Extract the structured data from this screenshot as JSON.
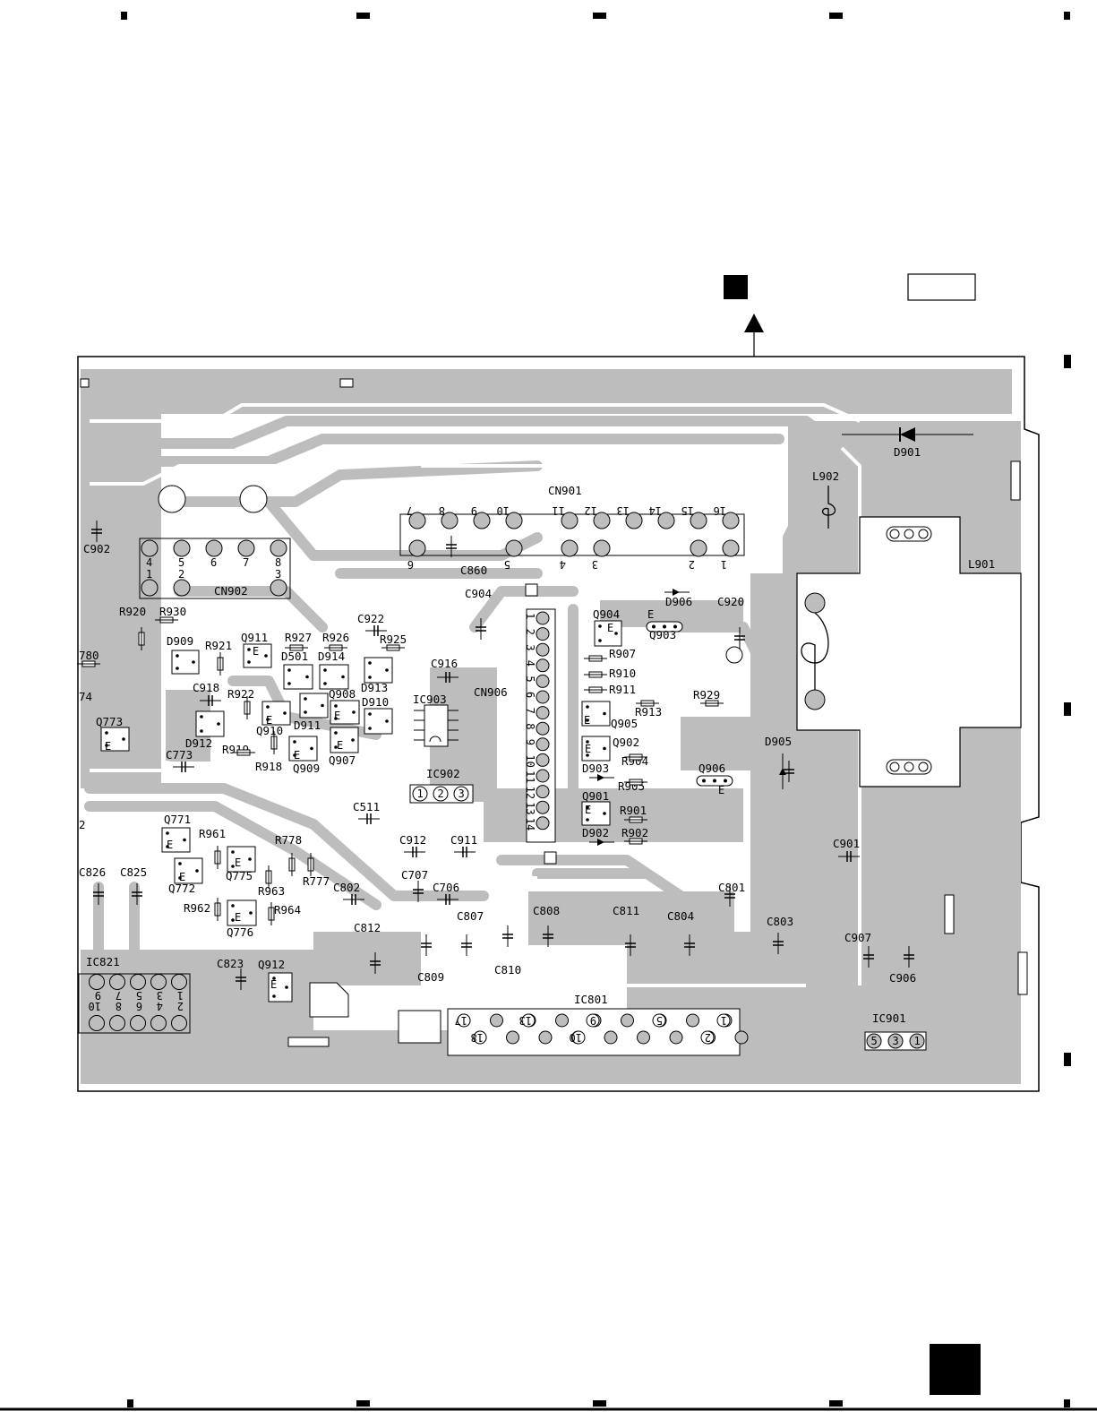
{
  "board": {
    "components": [
      {
        "ref": "D901"
      },
      {
        "ref": "L902"
      },
      {
        "ref": "L901"
      },
      {
        "ref": "CN901"
      },
      {
        "ref": "C902"
      },
      {
        "ref": "CN902"
      },
      {
        "ref": "C860"
      },
      {
        "ref": "C904"
      },
      {
        "ref": "D906"
      },
      {
        "ref": "C920"
      },
      {
        "ref": "Q904"
      },
      {
        "ref": "Q903"
      },
      {
        "ref": "R907"
      },
      {
        "ref": "R910"
      },
      {
        "ref": "R911"
      },
      {
        "ref": "R913"
      },
      {
        "ref": "R929"
      },
      {
        "ref": "Q905"
      },
      {
        "ref": "Q902"
      },
      {
        "ref": "R904"
      },
      {
        "ref": "D903"
      },
      {
        "ref": "R905"
      },
      {
        "ref": "Q901"
      },
      {
        "ref": "R901"
      },
      {
        "ref": "D902"
      },
      {
        "ref": "R902"
      },
      {
        "ref": "D905"
      },
      {
        "ref": "Q906"
      },
      {
        "ref": "C901"
      },
      {
        "ref": "R920"
      },
      {
        "ref": "R930"
      },
      {
        "ref": "C922"
      },
      {
        "ref": "D909"
      },
      {
        "ref": "R921"
      },
      {
        "ref": "Q911"
      },
      {
        "ref": "R927"
      },
      {
        "ref": "R926"
      },
      {
        "ref": "R925"
      },
      {
        "ref": "D501"
      },
      {
        "ref": "D914"
      },
      {
        "ref": "D913"
      },
      {
        "ref": "C916"
      },
      {
        "ref": "C918"
      },
      {
        "ref": "R922"
      },
      {
        "ref": "Q908"
      },
      {
        "ref": "D910"
      },
      {
        "ref": "IC903"
      },
      {
        "ref": "CN906"
      },
      {
        "ref": "D912"
      },
      {
        "ref": "Q910"
      },
      {
        "ref": "D911"
      },
      {
        "ref": "Q773"
      },
      {
        "ref": "R919"
      },
      {
        "ref": "Q907"
      },
      {
        "ref": "C773"
      },
      {
        "ref": "R918"
      },
      {
        "ref": "Q909"
      },
      {
        "ref": "IC902"
      },
      {
        "ref": "C511"
      },
      {
        "ref": "Q771"
      },
      {
        "ref": "R961"
      },
      {
        "ref": "R778"
      },
      {
        "ref": "C912"
      },
      {
        "ref": "C911"
      },
      {
        "ref": "C826"
      },
      {
        "ref": "C825"
      },
      {
        "ref": "Q775"
      },
      {
        "ref": "R777"
      },
      {
        "ref": "C707"
      },
      {
        "ref": "Q772"
      },
      {
        "ref": "R963"
      },
      {
        "ref": "C802"
      },
      {
        "ref": "C706"
      },
      {
        "ref": "C801"
      },
      {
        "ref": "R962"
      },
      {
        "ref": "R964"
      },
      {
        "ref": "C807"
      },
      {
        "ref": "C808"
      },
      {
        "ref": "C811"
      },
      {
        "ref": "C804"
      },
      {
        "ref": "C803"
      },
      {
        "ref": "Q776"
      },
      {
        "ref": "C812"
      },
      {
        "ref": "C907"
      },
      {
        "ref": "IC821"
      },
      {
        "ref": "C823"
      },
      {
        "ref": "Q912"
      },
      {
        "ref": "C809"
      },
      {
        "ref": "C810"
      },
      {
        "ref": "C906"
      },
      {
        "ref": "IC801"
      },
      {
        "ref": "IC901"
      }
    ],
    "edge_fragments": [
      {
        "text": "780"
      },
      {
        "text": "74"
      },
      {
        "text": "2"
      }
    ],
    "cn901_pins": {
      "top": [
        "7",
        "8",
        "9",
        "10",
        "11",
        "12",
        "13",
        "14",
        "15",
        "16"
      ],
      "bottom": [
        "6",
        "5",
        "4",
        "3",
        "2",
        "1"
      ]
    },
    "cn902_pins": {
      "top": [
        "4",
        "5",
        "6",
        "7",
        "8"
      ],
      "bottom": [
        "1",
        "2",
        "3"
      ]
    },
    "cn906_pins": [
      "1",
      "2",
      "3",
      "4",
      "5",
      "6",
      "7",
      "8",
      "9",
      "10",
      "11",
      "12",
      "13",
      "14"
    ],
    "ic821_pins": {
      "top": [
        "1",
        "3",
        "5",
        "7",
        "9"
      ],
      "bottom": [
        "10",
        "8",
        "6",
        "4",
        "2"
      ]
    },
    "ic801_pins": {
      "top": [
        "1",
        "5",
        "9",
        "13",
        "17"
      ],
      "bottom": [
        "2",
        "10",
        "18"
      ]
    },
    "ic902_pins": [
      "1",
      "2",
      "3"
    ],
    "ic901_pins": [
      "5",
      "3",
      "1"
    ],
    "emitter_mark": "E"
  },
  "colors": {
    "copper": "#bdbdbd",
    "ink": "#000000",
    "paper": "#ffffff"
  }
}
